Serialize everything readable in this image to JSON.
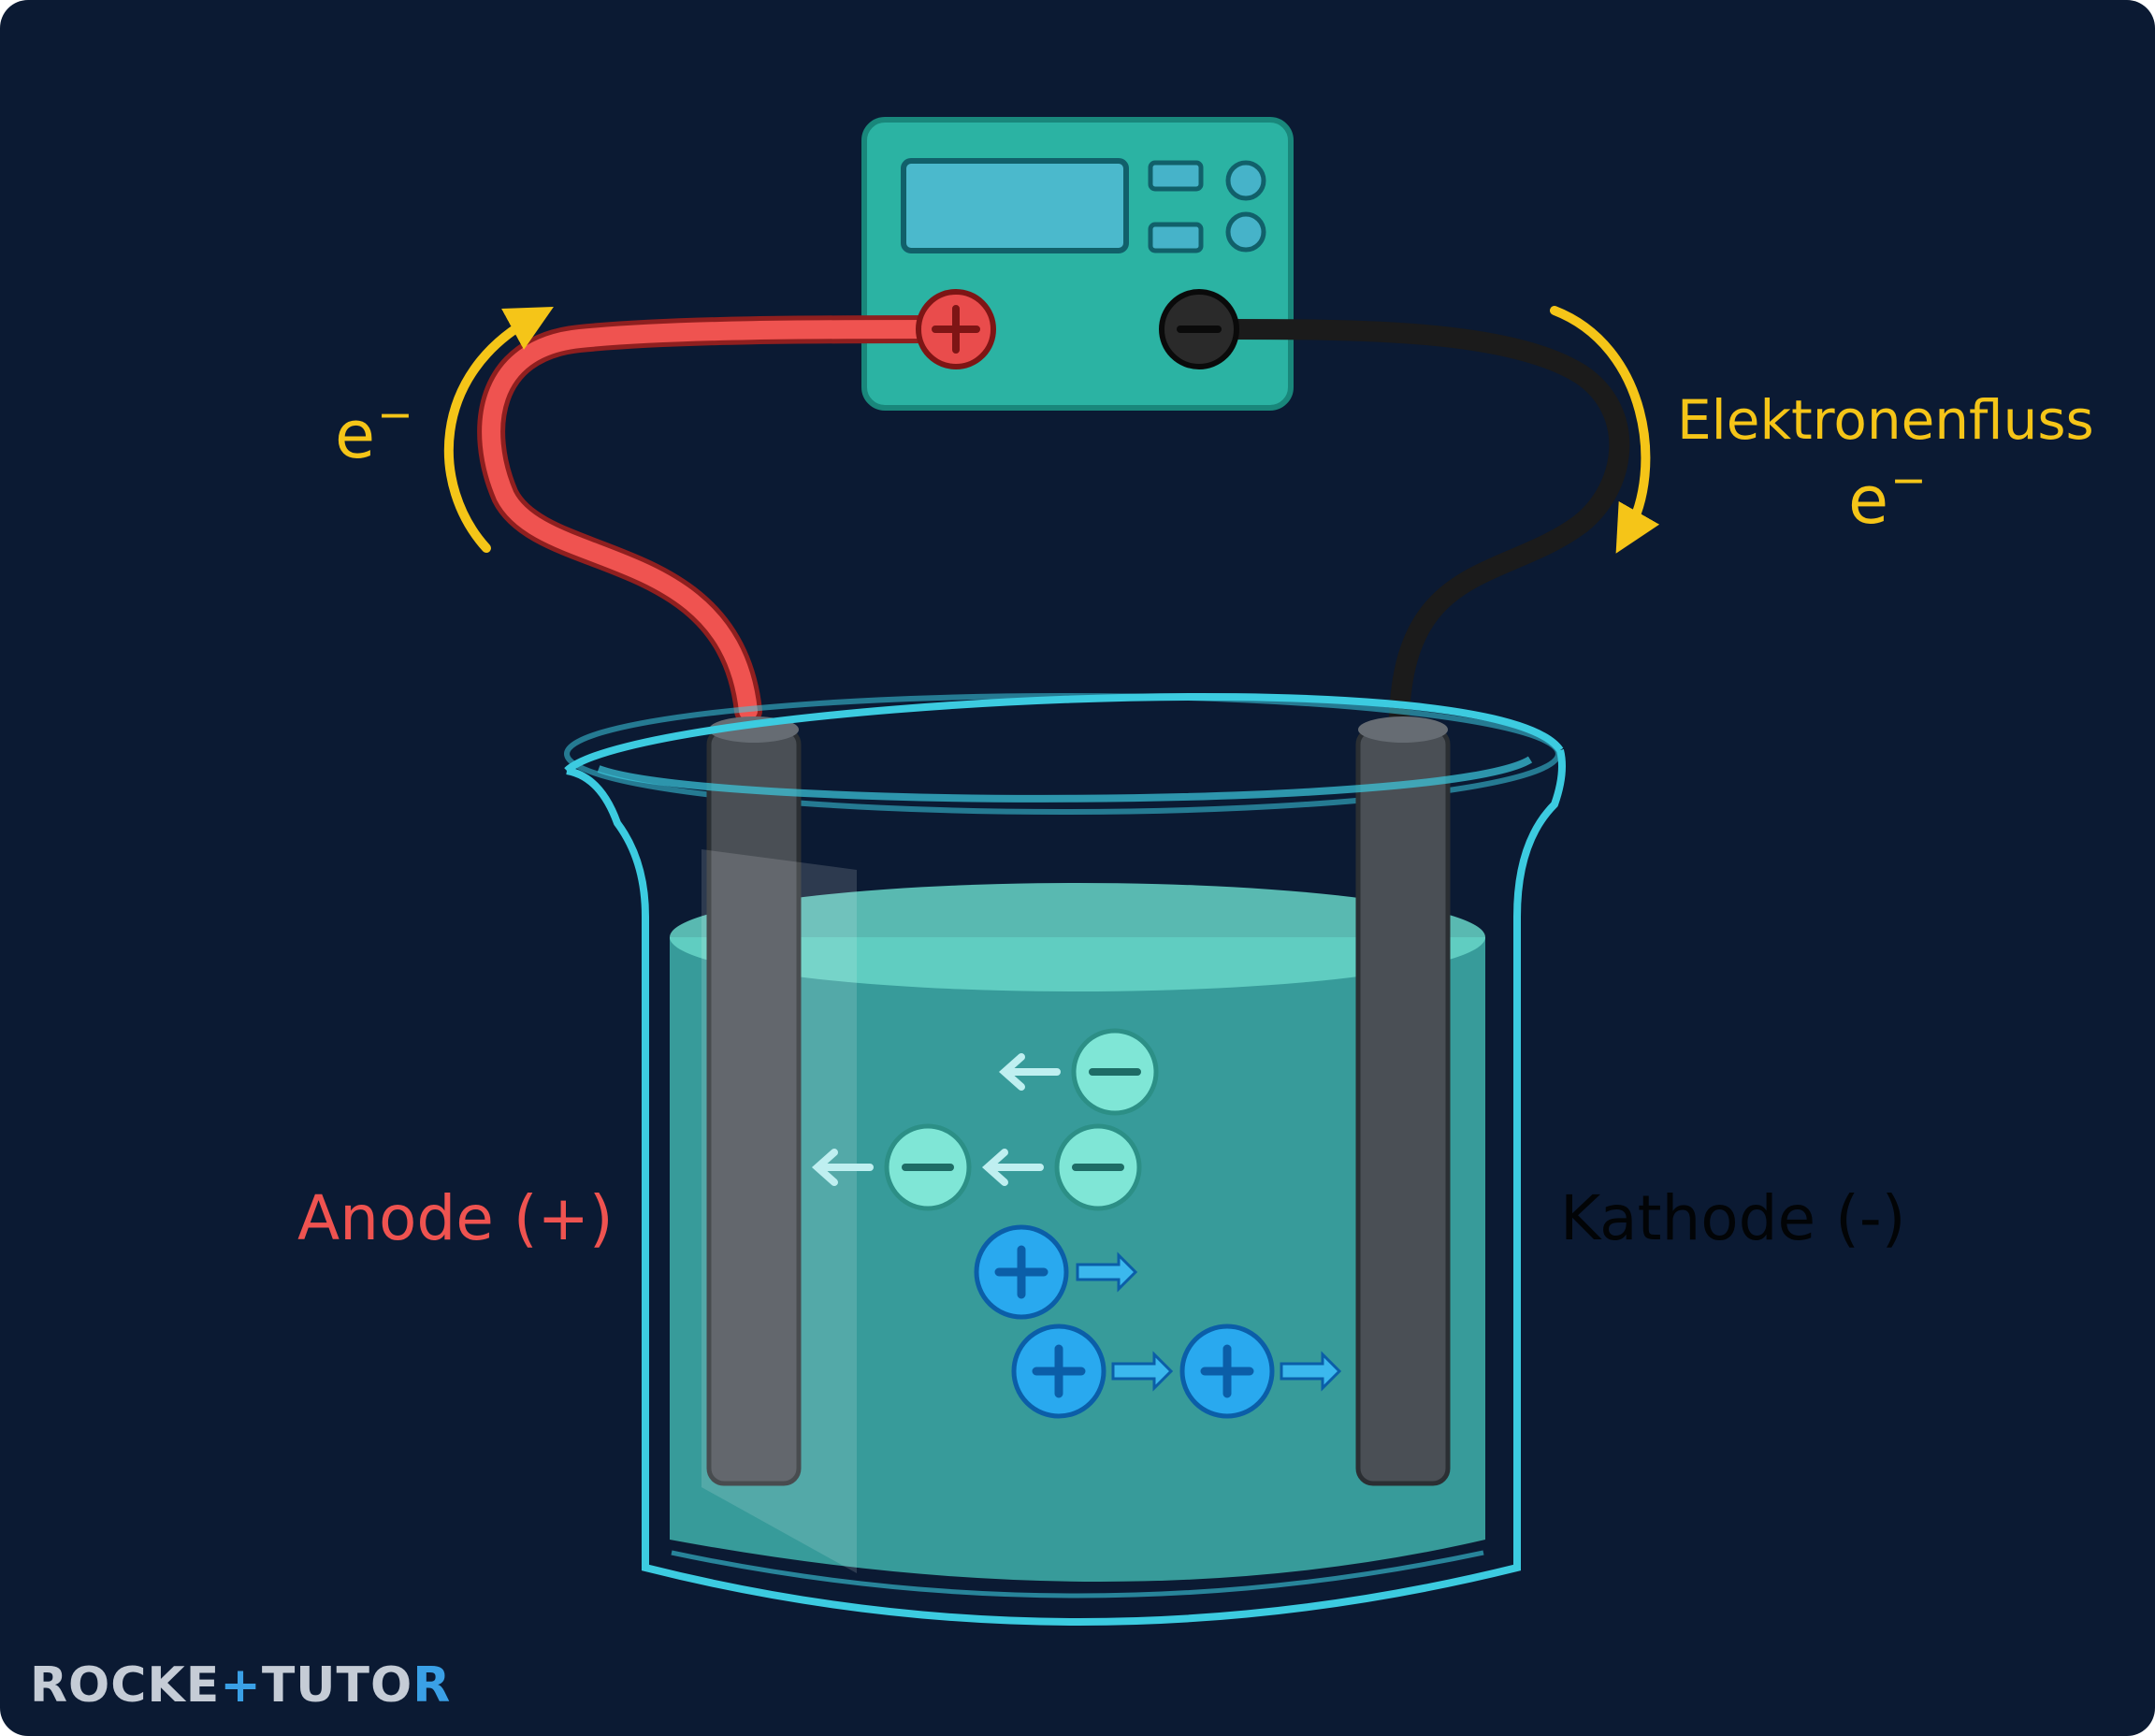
{
  "labels": {
    "anode": "Anode (+)",
    "kathode": "Kathode (-)",
    "electron_flow": "Elektronenfluss",
    "electron_left": "e",
    "electron_right": "e",
    "electron_superscript": "−"
  },
  "logo": {
    "part1": "ROCKE",
    "part2": "+",
    "part3": "TUTO",
    "part4": "R"
  },
  "colors": {
    "background": "#0b1a33",
    "anode_wire": "#ef5350",
    "cathode_wire": "#1b1b1b",
    "electron_arrow": "#f5c518",
    "electrolyte": "#3fb3ad",
    "beaker_outline": "#3ccbe0",
    "anion": "#7fe6d6",
    "cation": "#29a9ef",
    "power_supply": "#2bb3a3"
  },
  "ions": {
    "anion_symbol": "−",
    "cation_symbol": "+"
  },
  "icons": {
    "power_supply": "power-supply-icon",
    "plus_terminal": "plus-terminal-icon",
    "minus_terminal": "minus-terminal-icon"
  }
}
